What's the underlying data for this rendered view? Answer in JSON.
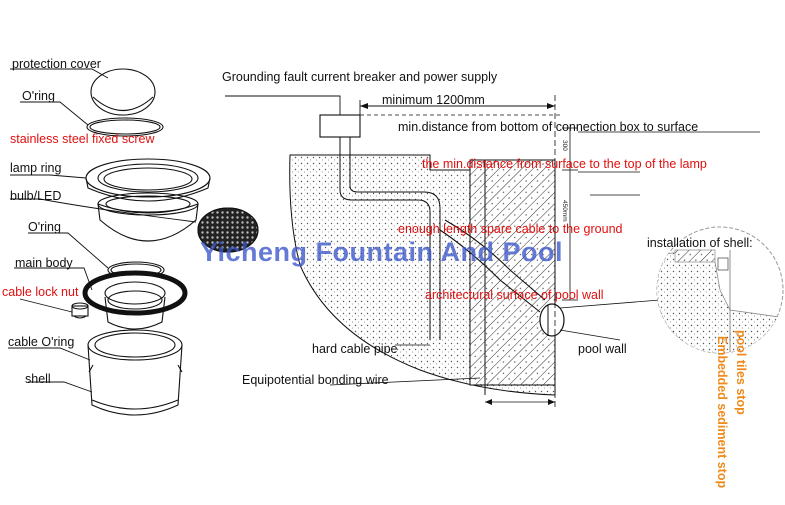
{
  "labels": {
    "protection_cover": "protection cover",
    "oring_top": "O'ring",
    "fixed_screw": "stainless steel fixed screw",
    "lamp_ring": "lamp ring",
    "bulb_led": "bulb/LED",
    "oring_mid": "O'ring",
    "main_body": "main body",
    "cable_lock_nut": "cable lock nut",
    "cable_oring": "cable O'ring",
    "shell": "shell",
    "grounding": "Grounding fault current breaker and power supply",
    "min_1200": "minimum 1200mm",
    "min_distance_box": "min.distance from bottom of connection box to surface",
    "min_distance_lamp": "the min.distance from surface to the top of the lamp",
    "spare_cable": "enough length spare cable to the ground",
    "installation_shell": "installation of shell:",
    "architectural_surface": "architectural surface of pool wall",
    "hard_cable_pipe": "hard cable pipe",
    "pool_wall": "pool wall",
    "bonding_wire": "Equipotential bonding wire",
    "tiles_stop": "pool tiles stop",
    "sediment_stop": "Embedded sediment stop",
    "dim_300": "300",
    "dim_450": "450mm"
  },
  "watermark": "Yicheng Fountain And Pool",
  "colors": {
    "accent_red": "#e01010",
    "watermark_blue": "#3a56c8",
    "orange": "#ef8a1a"
  }
}
